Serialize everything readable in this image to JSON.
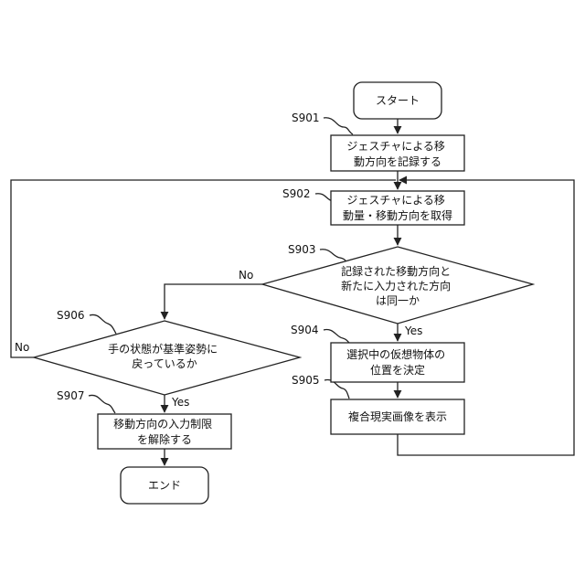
{
  "nodes": {
    "start": [
      "スタート"
    ],
    "s901": [
      "ジェスチャによる移",
      "動方向を記録する"
    ],
    "s902": [
      "ジェスチャによる移",
      "動量・移動方向を取得"
    ],
    "s903": [
      "記録された移動方向と",
      "新たに入力された方向",
      "は同一か"
    ],
    "s904": [
      "選択中の仮想物体の",
      "位置を決定"
    ],
    "s905": [
      "複合現実画像を表示"
    ],
    "s906": [
      "手の状態が基準姿勢に",
      "戻っているか"
    ],
    "s907": [
      "移動方向の入力制限",
      "を解除する"
    ],
    "end": [
      "エンド"
    ]
  },
  "step_labels": {
    "s901": "S901",
    "s902": "S902",
    "s903": "S903",
    "s904": "S904",
    "s905": "S905",
    "s906": "S906",
    "s907": "S907"
  },
  "branch_labels": {
    "s903_no": "No",
    "s903_yes": "Yes",
    "s906_no": "No",
    "s906_yes": "Yes"
  }
}
